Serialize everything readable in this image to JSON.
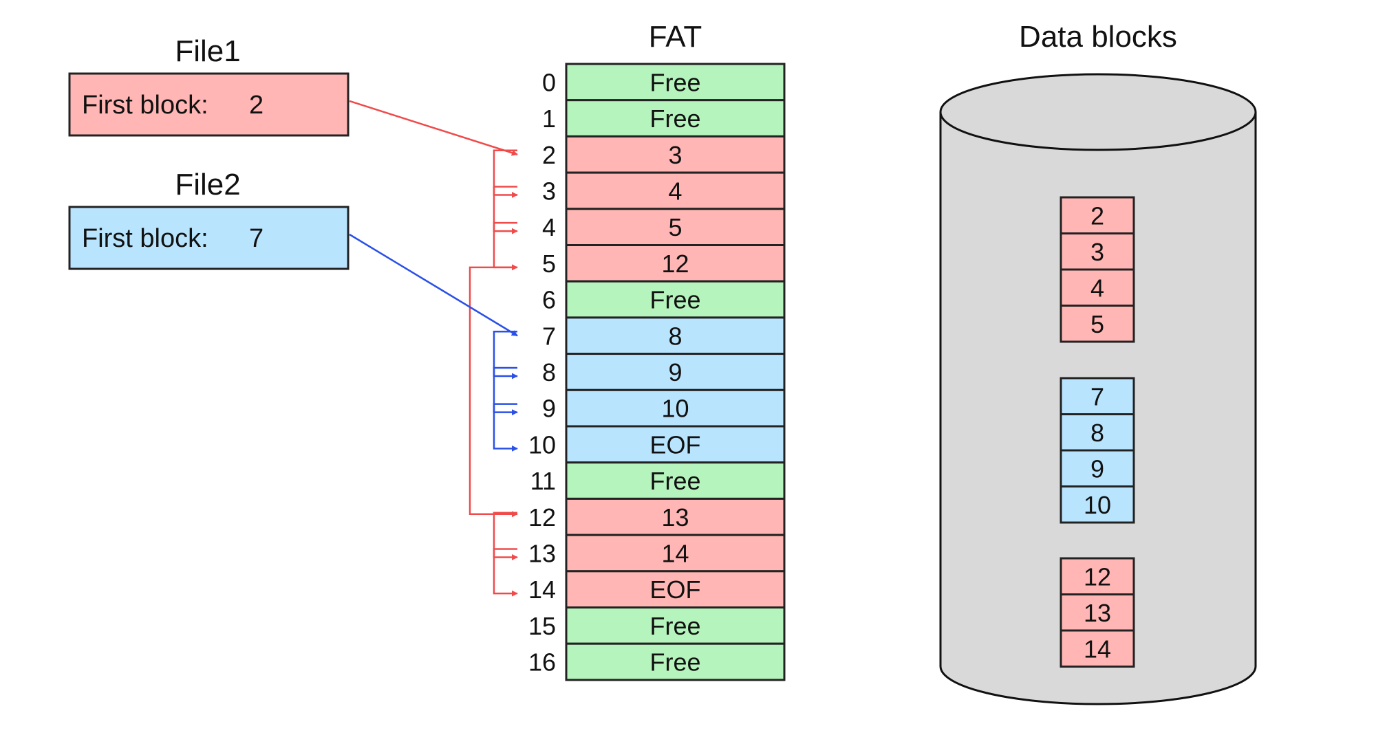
{
  "colors": {
    "file1": "#ffb6b4",
    "file2": "#b9e4fe",
    "free": "#b6f4bd",
    "stroke": "#222222",
    "file1_arrow": "#ef4b4b",
    "file2_arrow": "#2a50e8",
    "disk_fill": "#d9d9d9"
  },
  "files": [
    {
      "key": "file1",
      "title": "File1",
      "label": "First block:",
      "value": "2",
      "start": 2
    },
    {
      "key": "file2",
      "title": "File2",
      "label": "First block:",
      "value": "7",
      "start": 7
    }
  ],
  "fat": {
    "title": "FAT",
    "rows": [
      {
        "index": "0",
        "value": "Free",
        "owner": "free"
      },
      {
        "index": "1",
        "value": "Free",
        "owner": "free"
      },
      {
        "index": "2",
        "value": "3",
        "owner": "file1"
      },
      {
        "index": "3",
        "value": "4",
        "owner": "file1"
      },
      {
        "index": "4",
        "value": "5",
        "owner": "file1"
      },
      {
        "index": "5",
        "value": "12",
        "owner": "file1"
      },
      {
        "index": "6",
        "value": "Free",
        "owner": "free"
      },
      {
        "index": "7",
        "value": "8",
        "owner": "file2"
      },
      {
        "index": "8",
        "value": "9",
        "owner": "file2"
      },
      {
        "index": "9",
        "value": "10",
        "owner": "file2"
      },
      {
        "index": "10",
        "value": "EOF",
        "owner": "file2"
      },
      {
        "index": "11",
        "value": "Free",
        "owner": "free"
      },
      {
        "index": "12",
        "value": "13",
        "owner": "file1"
      },
      {
        "index": "13",
        "value": "14",
        "owner": "file1"
      },
      {
        "index": "14",
        "value": "EOF",
        "owner": "file1"
      },
      {
        "index": "15",
        "value": "Free",
        "owner": "free"
      },
      {
        "index": "16",
        "value": "Free",
        "owner": "free"
      }
    ]
  },
  "links": [
    {
      "from": 2,
      "to": 3,
      "owner": "file1"
    },
    {
      "from": 3,
      "to": 4,
      "owner": "file1"
    },
    {
      "from": 4,
      "to": 5,
      "owner": "file1"
    },
    {
      "from": 5,
      "to": 12,
      "owner": "file1"
    },
    {
      "from": 12,
      "to": 13,
      "owner": "file1"
    },
    {
      "from": 13,
      "to": 14,
      "owner": "file1"
    },
    {
      "from": 7,
      "to": 8,
      "owner": "file2"
    },
    {
      "from": 8,
      "to": 9,
      "owner": "file2"
    },
    {
      "from": 9,
      "to": 10,
      "owner": "file2"
    }
  ],
  "disk": {
    "title": "Data blocks",
    "groups": [
      {
        "owner": "file1",
        "blocks": [
          "2",
          "3",
          "4",
          "5"
        ]
      },
      {
        "owner": "file2",
        "blocks": [
          "7",
          "8",
          "9",
          "10"
        ]
      },
      {
        "owner": "file1",
        "blocks": [
          "12",
          "13",
          "14"
        ]
      }
    ]
  }
}
